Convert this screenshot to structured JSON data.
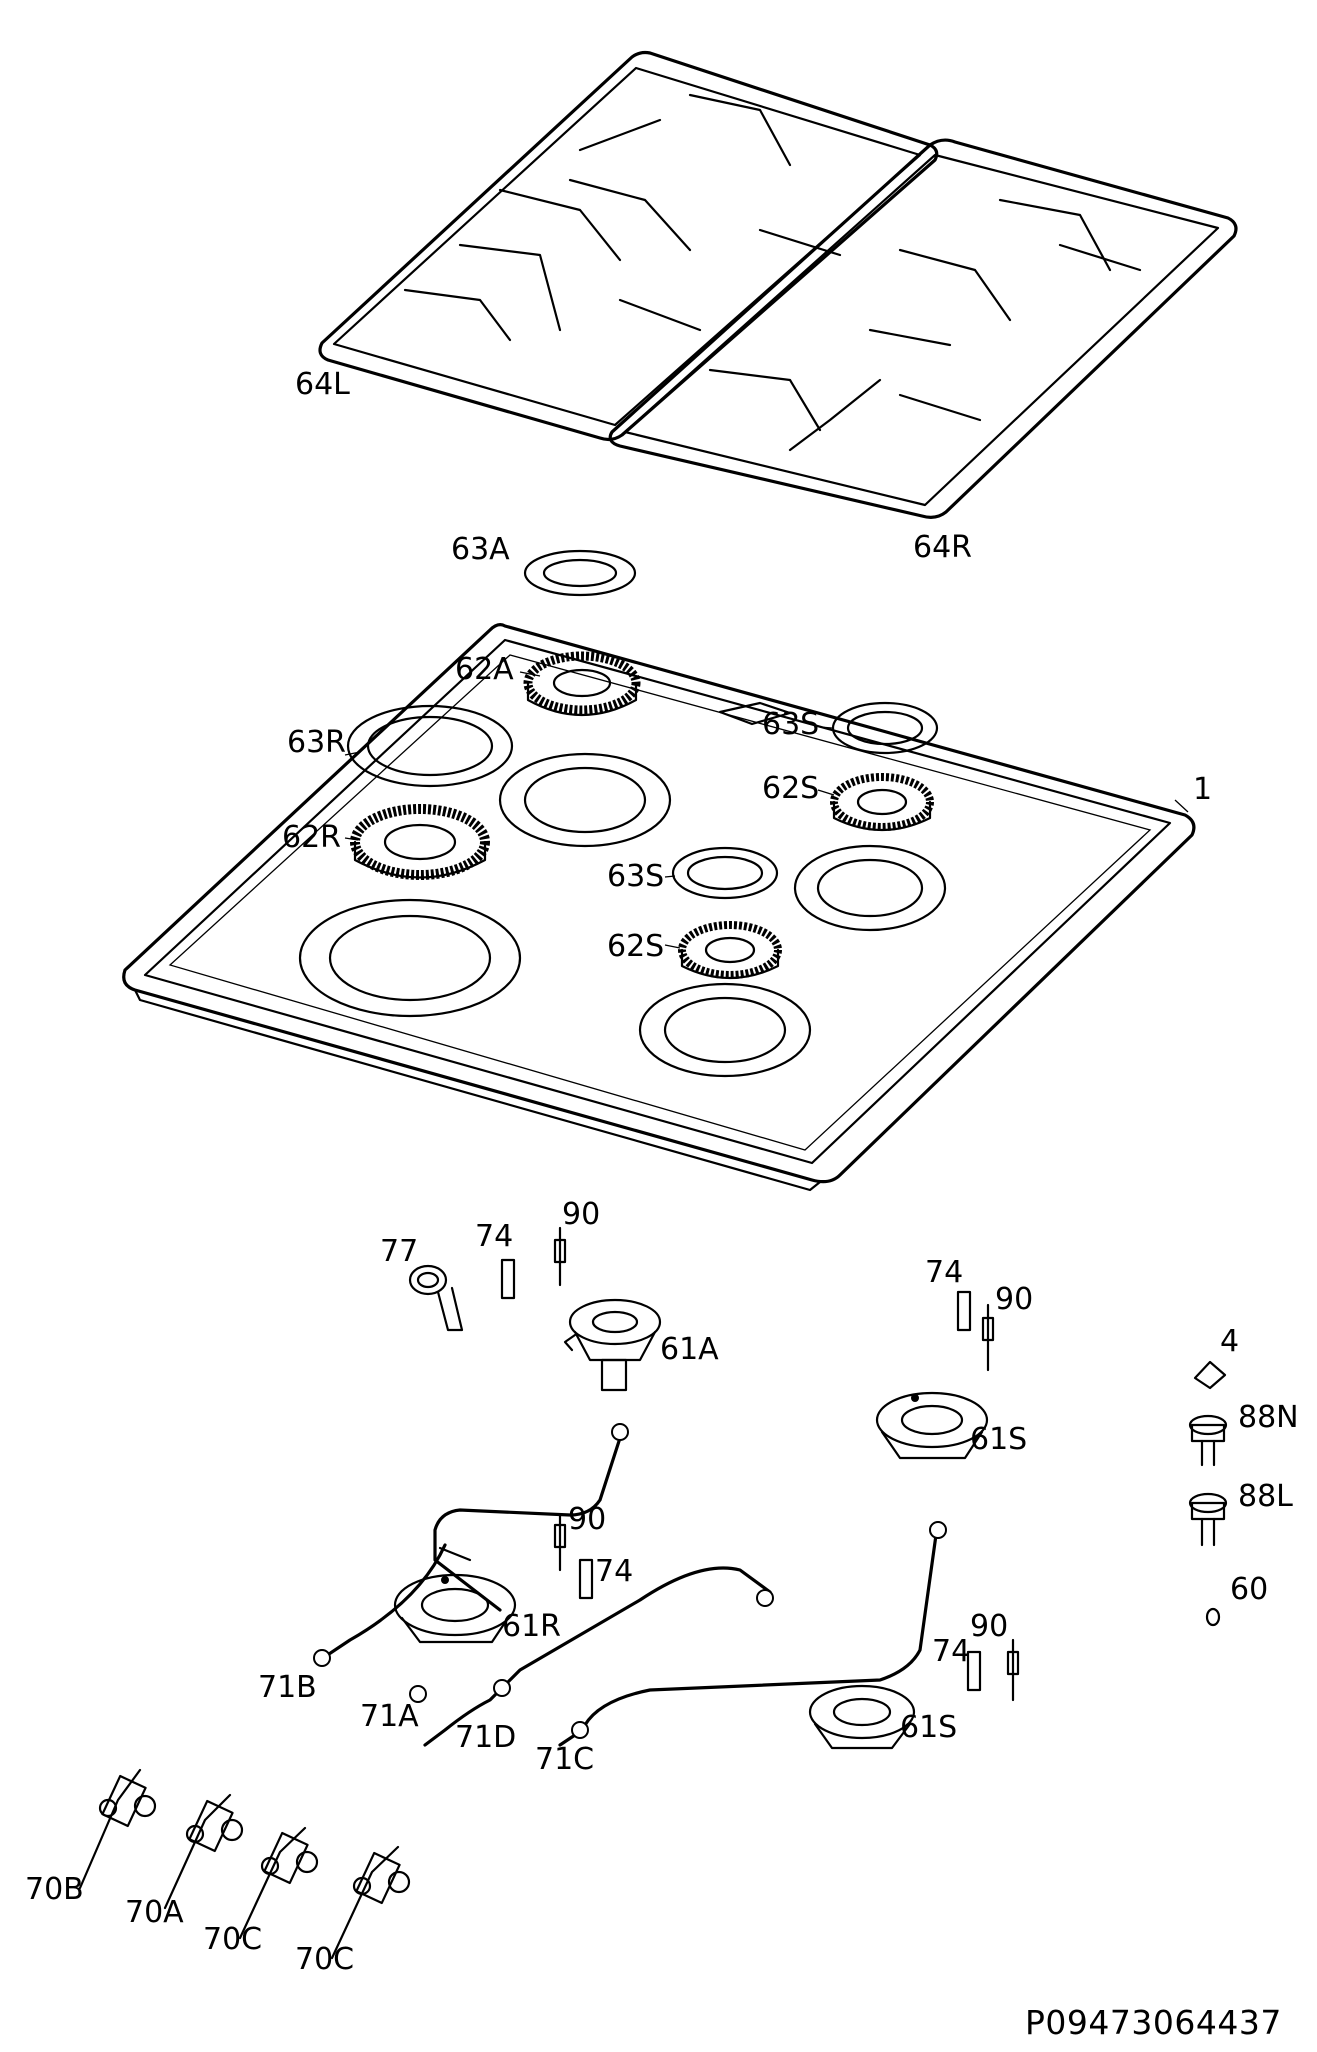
{
  "diagram": {
    "labels": {
      "l1": "1",
      "l4": "4",
      "l60": "60",
      "l61A": "61A",
      "l61R": "61R",
      "l61S_top": "61S",
      "l61S_bottom": "61S",
      "l62A": "62A",
      "l62R": "62R",
      "l62S_top": "62S",
      "l62S_bottom": "62S",
      "l63A": "63A",
      "l63R": "63R",
      "l63S_top": "63S",
      "l63S_bottom": "63S",
      "l64L": "64L",
      "l64R": "64R",
      "l70A": "70A",
      "l70B": "70B",
      "l70C_1": "70C",
      "l70C_2": "70C",
      "l71A": "71A",
      "l71B": "71B",
      "l71C": "71C",
      "l71D": "71D",
      "l74_1": "74",
      "l74_2": "74",
      "l74_3": "74",
      "l74_4": "74",
      "l77": "77",
      "l88L": "88L",
      "l88N": "88N",
      "l90_1": "90",
      "l90_2": "90",
      "l90_3": "90",
      "l90_4": "90"
    },
    "document_number": "P09473064437"
  }
}
